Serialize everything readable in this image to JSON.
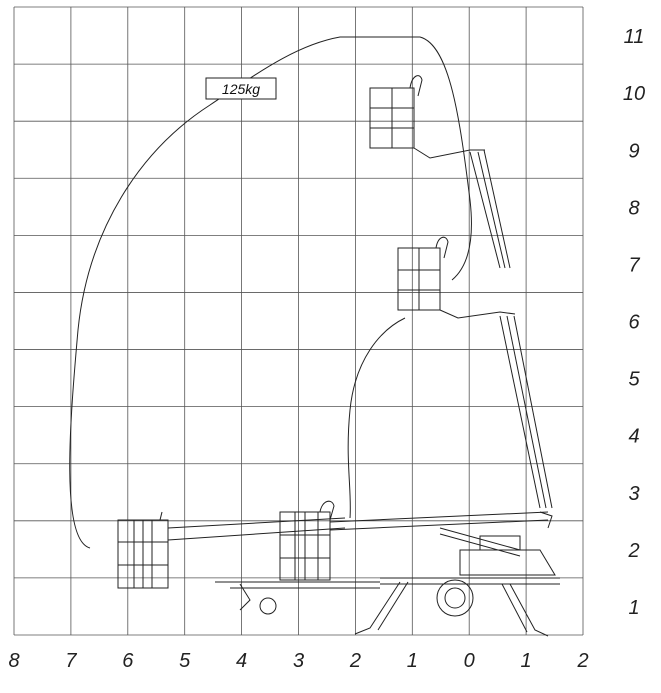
{
  "diagram": {
    "load_label": "125kg",
    "x_axis_labels": [
      "8",
      "7",
      "6",
      "5",
      "4",
      "3",
      "2",
      "1",
      "0",
      "1",
      "2"
    ],
    "y_axis_labels": [
      "1",
      "2",
      "3",
      "4",
      "5",
      "6",
      "7",
      "8",
      "9",
      "10",
      "11"
    ]
  }
}
